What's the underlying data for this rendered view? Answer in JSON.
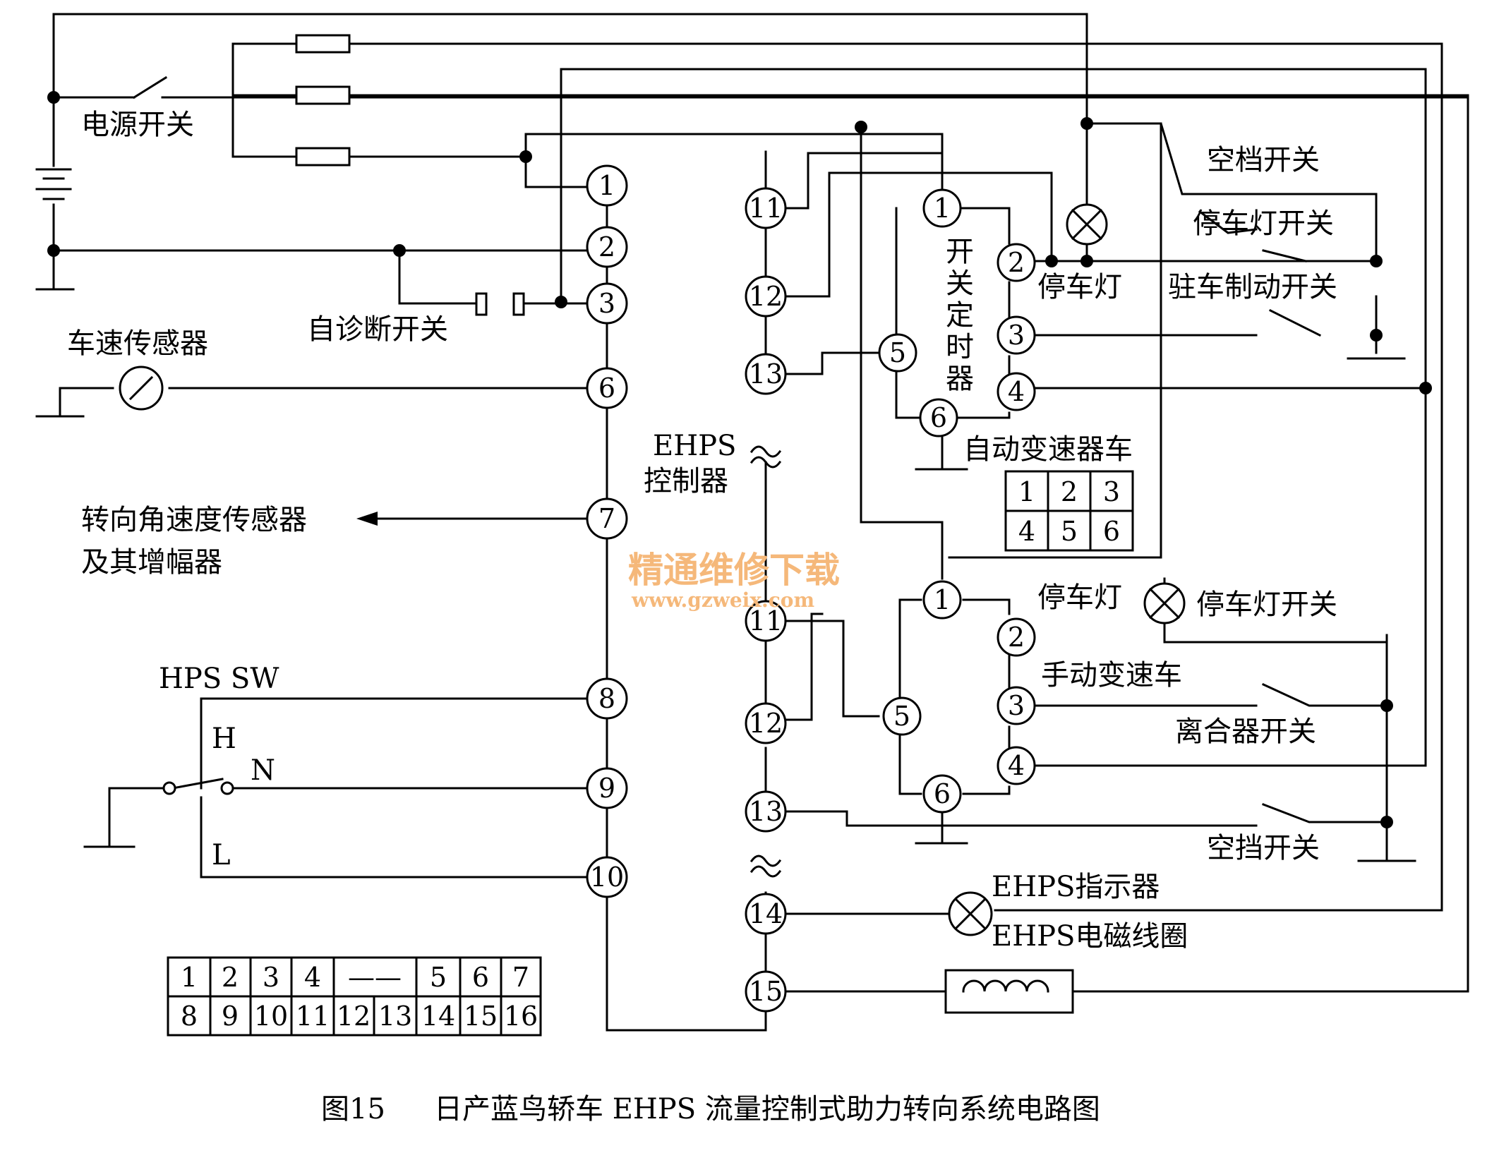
{
  "caption": {
    "fig": "图15",
    "text": "日产蓝鸟轿车 EHPS 流量控制式助力转向系统电路图"
  },
  "labels": {
    "power_switch": "电源开关",
    "diag_switch": "自诊断开关",
    "speed_sensor": "车速传感器",
    "steer_sensor_1": "转向角速度传感器",
    "steer_sensor_2": "及其增幅器",
    "hps_sw": "HPS  SW",
    "h": "H",
    "n": "N",
    "l": "L",
    "ehps_1": "EHPS",
    "ehps_2": "控制器",
    "neutral_sw_top": "空档开关",
    "brake_light_sw_top": "停车灯开关",
    "brake_light_top": "停车灯",
    "parking_brake_sw": "驻车制动开关",
    "timer_1": "开",
    "timer_2": "关",
    "timer_3": "定",
    "timer_4": "时",
    "timer_5": "器",
    "at_car": "自动变速器车",
    "brake_light_bottom": "停车灯",
    "brake_light_sw_bottom": "停车灯开关",
    "mt_car": "手动变速车",
    "clutch_sw": "离合器开关",
    "neutral_sw_bottom": "空挡开关",
    "ehps_indicator": "EHPS指示器",
    "ehps_coil": "EHPS电磁线圈",
    "watermark_1": "精通维修下载",
    "watermark_2": "www.gzweix.com"
  },
  "ecu_pins_left": [
    "1",
    "2",
    "3",
    "6",
    "7",
    "8",
    "9",
    "10"
  ],
  "ecu_pins_right": [
    "11",
    "12",
    "13",
    "11",
    "12",
    "13",
    "14",
    "15"
  ],
  "timer_pins_at": [
    "1",
    "2",
    "3",
    "4",
    "5",
    "6"
  ],
  "timer_pins_mt": [
    "1",
    "2",
    "3",
    "4",
    "5",
    "6"
  ],
  "connector_small": {
    "row1": [
      "1",
      "2",
      "3"
    ],
    "row2": [
      "4",
      "5",
      "6"
    ]
  },
  "connector_big": {
    "row1": [
      "1",
      "2",
      "3",
      "4",
      "——",
      "5",
      "6",
      "7"
    ],
    "row2": [
      "8",
      "9",
      "10",
      "11",
      "12",
      "13",
      "14",
      "15",
      "16"
    ]
  }
}
